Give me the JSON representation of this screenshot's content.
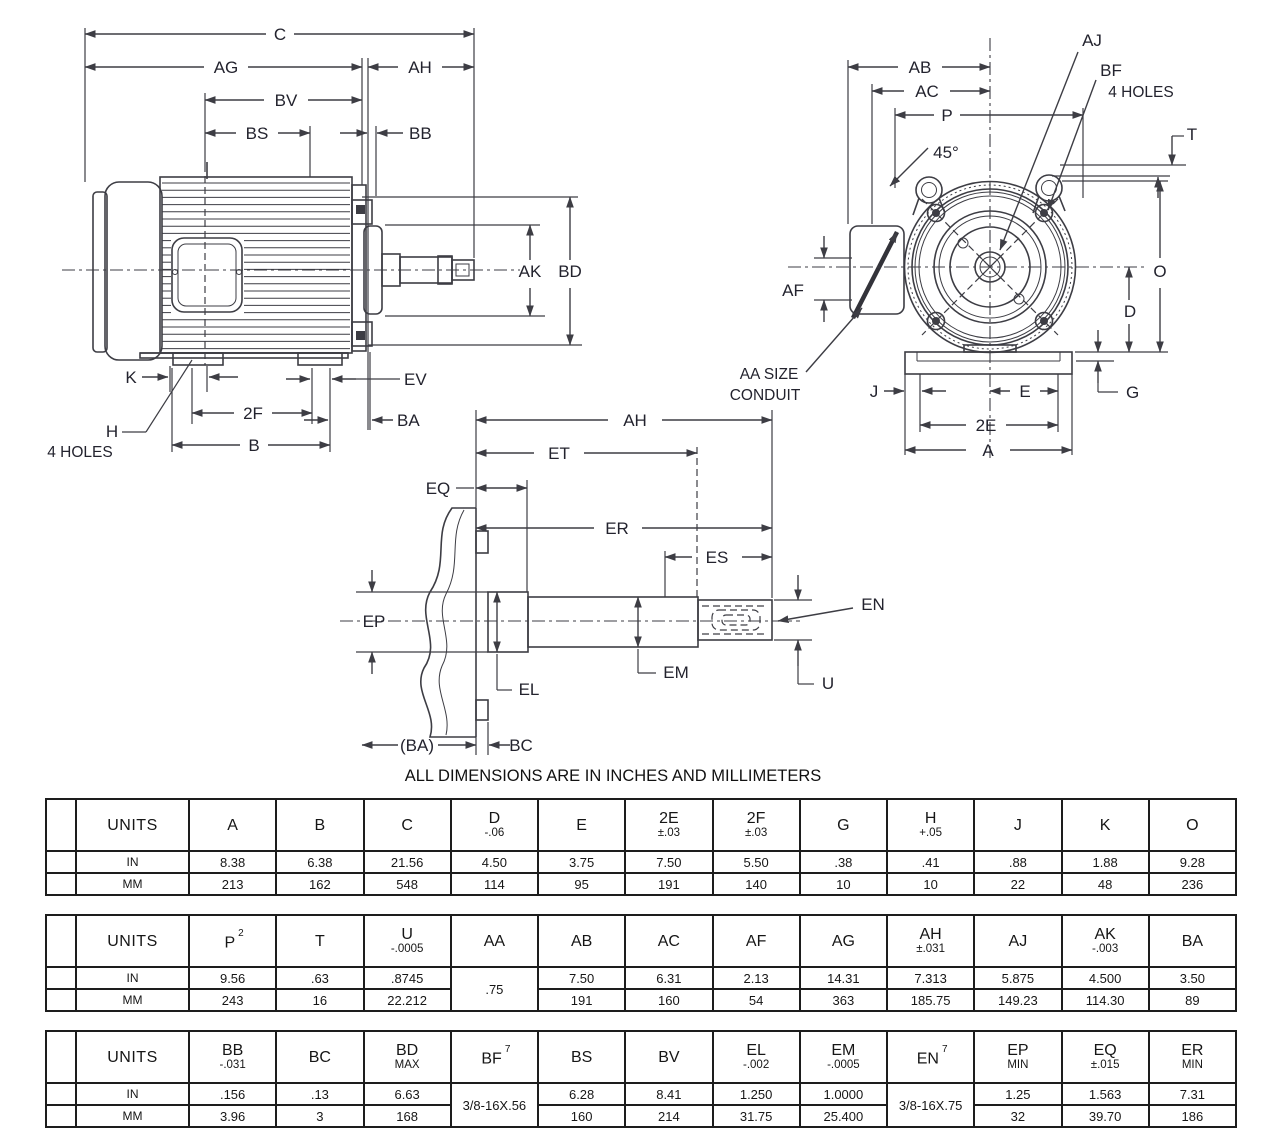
{
  "caption": "ALL DIMENSIONS ARE IN INCHES AND MILLIMETERS",
  "colors": {
    "line": "#3d3d44",
    "text": "#23232e",
    "table_border": "#1d1d1d"
  },
  "views": {
    "side": {
      "labels": {
        "c": "C",
        "ag": "AG",
        "ah": "AH",
        "bv": "BV",
        "bs": "BS",
        "bb": "BB",
        "ak": "AK",
        "bd": "BD",
        "k": "K",
        "h": "H",
        "h_holes": "4 HOLES",
        "f2": "2F",
        "b": "B",
        "ev": "EV",
        "ba": "BA"
      }
    },
    "end": {
      "labels": {
        "aj": "AJ",
        "bf": "BF",
        "bf_holes": "4 HOLES",
        "ab": "AB",
        "ac": "AC",
        "p": "P",
        "angle45": "45°",
        "t": "T",
        "af": "AF",
        "aa_size": "AA SIZE",
        "conduit": "CONDUIT",
        "o": "O",
        "d": "D",
        "g": "G",
        "j": "J",
        "e": "E",
        "e2": "2E",
        "a": "A"
      }
    },
    "shaft": {
      "labels": {
        "ah": "AH",
        "et": "ET",
        "eq": "EQ",
        "er": "ER",
        "es": "ES",
        "en": "EN",
        "ep": "EP",
        "el": "EL",
        "em": "EM",
        "u": "U",
        "ba_paren": "(BA)",
        "bc": "BC"
      }
    }
  },
  "tables": [
    {
      "columns": [
        {
          "label": "UNITS"
        },
        {
          "label": "A"
        },
        {
          "label": "B"
        },
        {
          "label": "C"
        },
        {
          "label": "D",
          "sub": "-.06"
        },
        {
          "label": "E"
        },
        {
          "label": "2E",
          "sub": "±.03"
        },
        {
          "label": "2F",
          "sub": "±.03"
        },
        {
          "label": "G"
        },
        {
          "label": "H",
          "sub": "+.05"
        },
        {
          "label": "J"
        },
        {
          "label": "K"
        },
        {
          "label": "O"
        }
      ],
      "rows": [
        {
          "unit": "IN",
          "cells": [
            "8.38",
            "6.38",
            "21.56",
            "4.50",
            "3.75",
            "7.50",
            "5.50",
            ".38",
            ".41",
            ".88",
            "1.88",
            "9.28"
          ]
        },
        {
          "unit": "MM",
          "cells": [
            "213",
            "162",
            "548",
            "114",
            "95",
            "191",
            "140",
            "10",
            "10",
            "22",
            "48",
            "236"
          ]
        }
      ]
    },
    {
      "columns": [
        {
          "label": "UNITS"
        },
        {
          "label": "P",
          "sup": "2"
        },
        {
          "label": "T"
        },
        {
          "label": "U",
          "sub": "-.0005"
        },
        {
          "label": "AA"
        },
        {
          "label": "AB"
        },
        {
          "label": "AC"
        },
        {
          "label": "AF"
        },
        {
          "label": "AG"
        },
        {
          "label": "AH",
          "sub": "±.031"
        },
        {
          "label": "AJ"
        },
        {
          "label": "AK",
          "sub": "-.003"
        },
        {
          "label": "BA"
        }
      ],
      "rows": [
        {
          "unit": "IN",
          "cells": [
            "9.56",
            ".63",
            ".8745",
            {
              "v": ".75",
              "rowspan": 2
            },
            "7.50",
            "6.31",
            "2.13",
            "14.31",
            "7.313",
            "5.875",
            "4.500",
            "3.50"
          ]
        },
        {
          "unit": "MM",
          "cells": [
            "243",
            "16",
            "22.212",
            null,
            "191",
            "160",
            "54",
            "363",
            "185.75",
            "149.23",
            "114.30",
            "89"
          ]
        }
      ]
    },
    {
      "columns": [
        {
          "label": "UNITS"
        },
        {
          "label": "BB",
          "sub": "-.031"
        },
        {
          "label": "BC"
        },
        {
          "label": "BD",
          "sub": "MAX"
        },
        {
          "label": "BF",
          "sup": "7"
        },
        {
          "label": "BS"
        },
        {
          "label": "BV"
        },
        {
          "label": "EL",
          "sub": "-.002"
        },
        {
          "label": "EM",
          "sub": "-.0005"
        },
        {
          "label": "EN",
          "sup": "7"
        },
        {
          "label": "EP",
          "sub": "MIN"
        },
        {
          "label": "EQ",
          "sub": "±.015"
        },
        {
          "label": "ER",
          "sub": "MIN"
        }
      ],
      "rows": [
        {
          "unit": "IN",
          "cells": [
            ".156",
            ".13",
            "6.63",
            {
              "v": "3/8-16X.56",
              "rowspan": 2
            },
            "6.28",
            "8.41",
            "1.250",
            "1.0000",
            {
              "v": "3/8-16X.75",
              "rowspan": 2
            },
            "1.25",
            "1.563",
            "7.31"
          ]
        },
        {
          "unit": "MM",
          "cells": [
            "3.96",
            "3",
            "168",
            null,
            "160",
            "214",
            "31.75",
            "25.400",
            null,
            "32",
            "39.70",
            "186"
          ]
        }
      ]
    }
  ]
}
